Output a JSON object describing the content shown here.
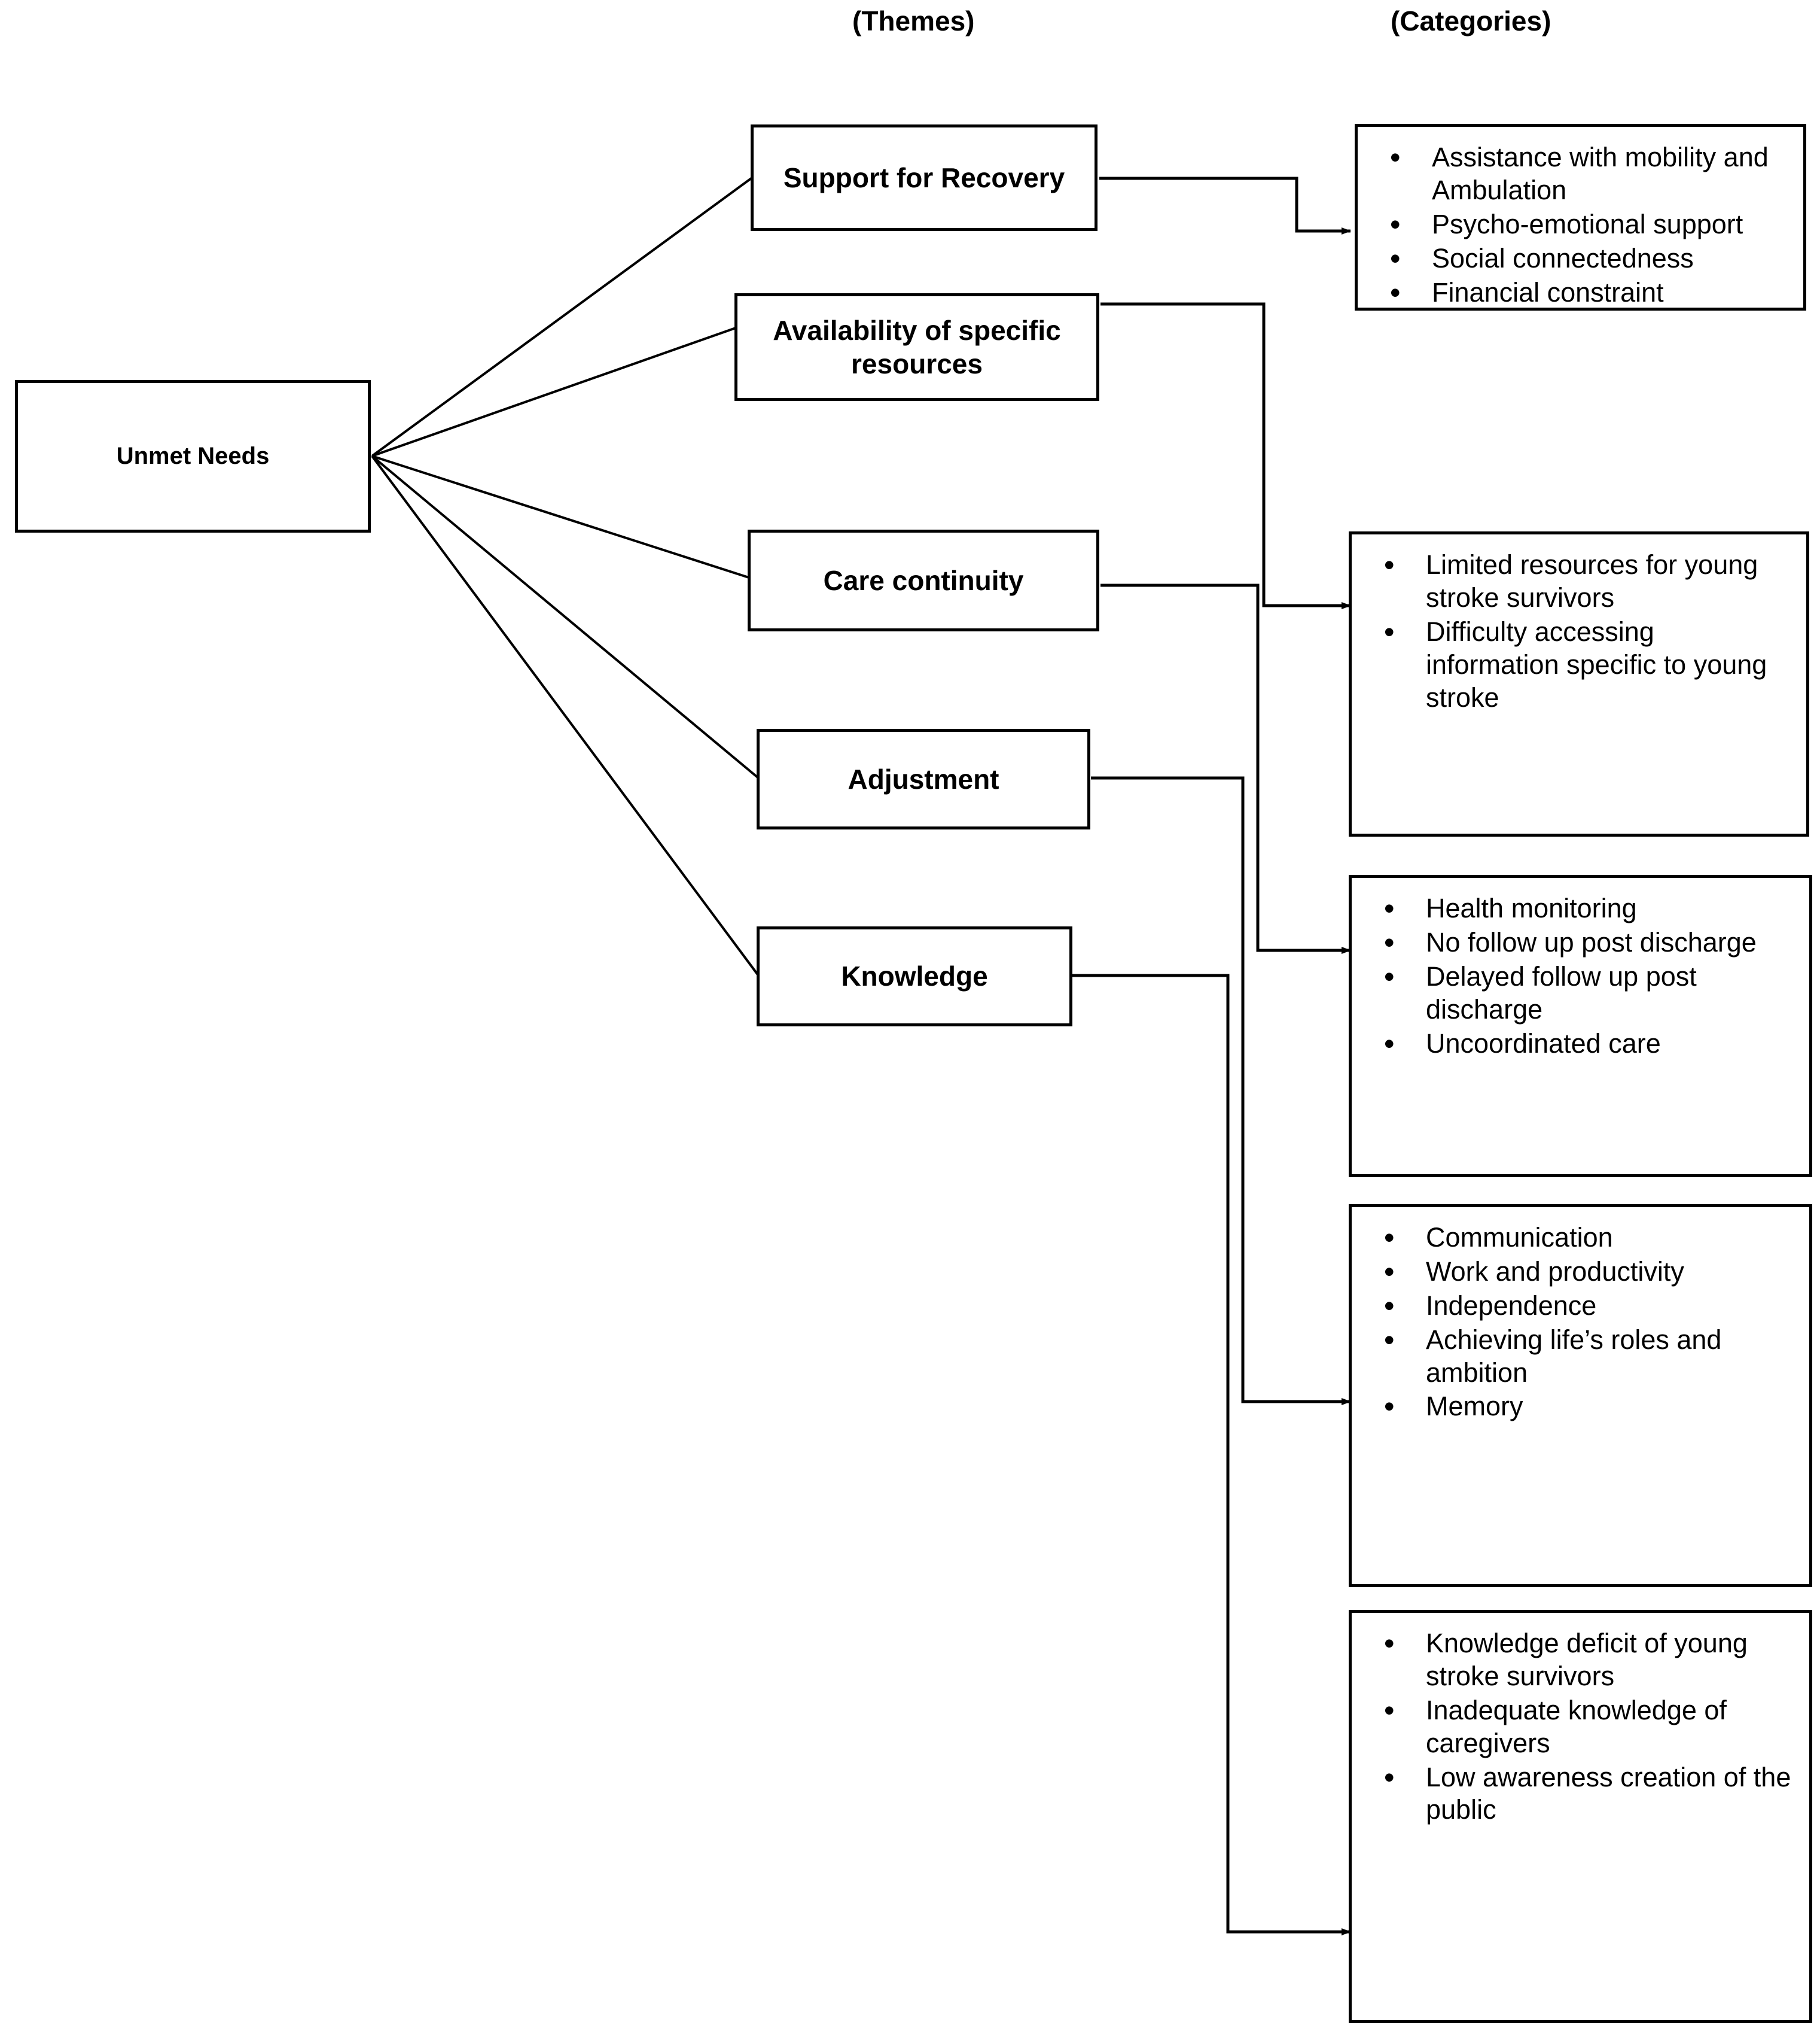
{
  "headers": {
    "themes": "(Themes)",
    "categories": "(Categories)"
  },
  "root": {
    "label": "Unmet Needs"
  },
  "themes": [
    {
      "id": "support-for-recovery",
      "label": "Support for Recovery"
    },
    {
      "id": "availability-of-specific-resources",
      "label": "Availability of specific resources"
    },
    {
      "id": "care-continuity",
      "label": "Care continuity"
    },
    {
      "id": "adjustment",
      "label": "Adjustment"
    },
    {
      "id": "knowledge",
      "label": "Knowledge"
    }
  ],
  "categories": [
    {
      "id": "support-for-recovery-categories",
      "items": [
        "Assistance with mobility and Ambulation",
        "Psycho-emotional support",
        "Social connectedness",
        "Financial constraint"
      ]
    },
    {
      "id": "availability-of-specific-resources-categories",
      "items": [
        "Limited resources for young stroke survivors",
        "Difficulty accessing information specific to young stroke"
      ]
    },
    {
      "id": "care-continuity-categories",
      "items": [
        "Health monitoring",
        "No follow up post discharge",
        "Delayed follow up post discharge",
        "Uncoordinated care"
      ]
    },
    {
      "id": "adjustment-categories",
      "items": [
        "Communication",
        "Work and productivity",
        "Independence",
        "Achieving life’s roles and ambition",
        "Memory"
      ]
    },
    {
      "id": "knowledge-categories",
      "items": [
        "Knowledge deficit of young stroke survivors",
        "Inadequate knowledge of caregivers",
        "Low awareness creation of the public"
      ]
    }
  ],
  "colors": {
    "stroke": "#000000",
    "background": "#ffffff"
  }
}
